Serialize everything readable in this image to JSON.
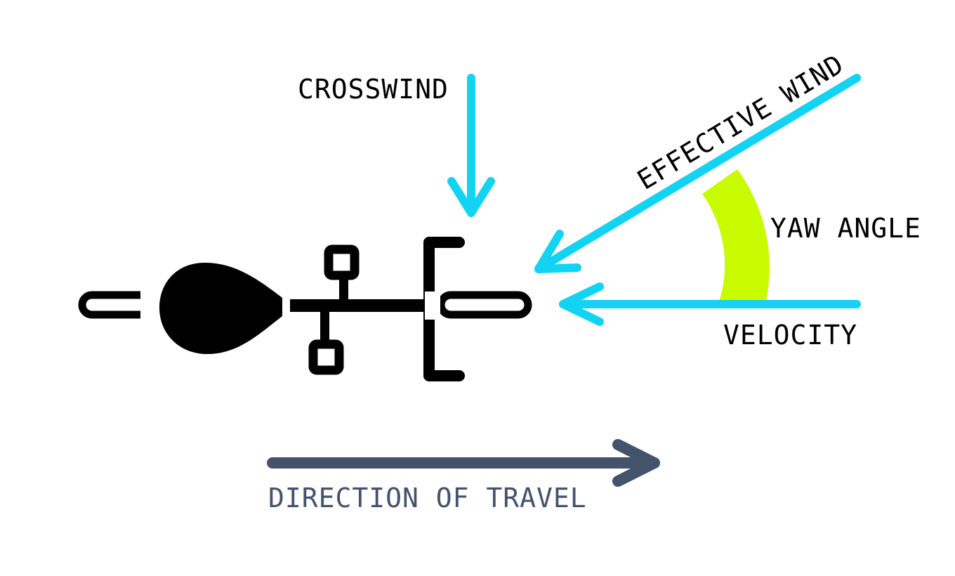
{
  "labels": {
    "crosswind": "CROSSWIND",
    "effective_wind": "EFFECTIVE WIND",
    "yaw_angle": "YAW ANGLE",
    "velocity": "VELOCITY",
    "direction_of_travel": "DIRECTION OF TRAVEL"
  },
  "colors": {
    "wind": "#13d3f3",
    "yaw": "#c8fa00",
    "rider": "#000000",
    "travel": "#44536c",
    "background": "#ffffff"
  }
}
